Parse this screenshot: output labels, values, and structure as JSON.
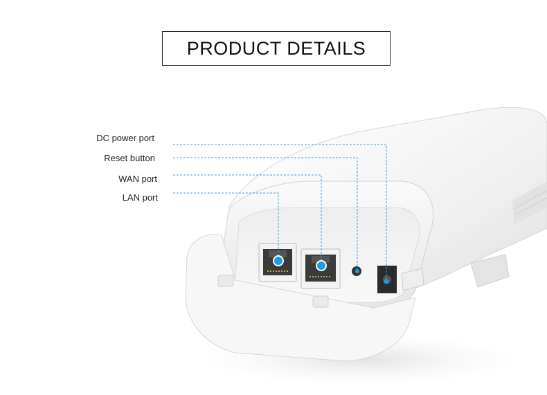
{
  "title": "PRODUCT DETAILS",
  "callouts": [
    {
      "id": "dc-power-port",
      "label": "DC power port"
    },
    {
      "id": "reset-button",
      "label": "Reset button"
    },
    {
      "id": "wan-port",
      "label": "WAN port"
    },
    {
      "id": "lan-port",
      "label": "LAN port"
    }
  ],
  "colors": {
    "accent": "#1a9fe0",
    "leader": "#3aa6d8",
    "device_body": "#f4f4f4",
    "title_border": "#222222"
  }
}
